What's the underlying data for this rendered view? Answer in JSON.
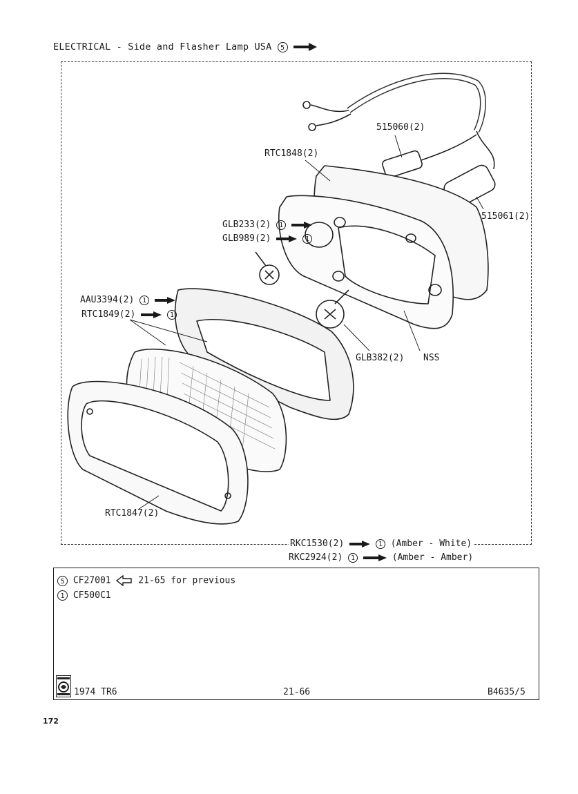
{
  "title": {
    "text": "ELECTRICAL - Side and Flasher Lamp USA",
    "note_ref": "5"
  },
  "labels": {
    "p515060": "515060(2)",
    "rtc1848": "RTC1848(2)",
    "p515061": "515061(2)",
    "glb233": "GLB233(2)",
    "glb233_ref": "1",
    "glb989": "GLB989(2)",
    "glb989_ref": "1",
    "aau3394": "AAU3394(2)",
    "aau3394_ref": "1",
    "rtc1849": "RTC1849(2)",
    "rtc1849_ref": "1",
    "glb382": "GLB382(2)",
    "nss": "NSS",
    "rtc1847": "RTC1847(2)",
    "rkc1530": "RKC1530(2)",
    "rkc1530_ref": "1",
    "rkc1530_desc": "(Amber - White)",
    "rkc2924": "RKC2924(2)",
    "rkc2924_ref": "1",
    "rkc2924_desc": "(Amber - Amber)"
  },
  "notes": [
    {
      "ref": "5",
      "text": "CF27001",
      "after": "21-65 for previous"
    },
    {
      "ref": "1",
      "text": "CF500C1"
    }
  ],
  "footer": {
    "model": "1974 TR6",
    "page": "21-66",
    "code": "B4635/5"
  },
  "page_number": "172"
}
